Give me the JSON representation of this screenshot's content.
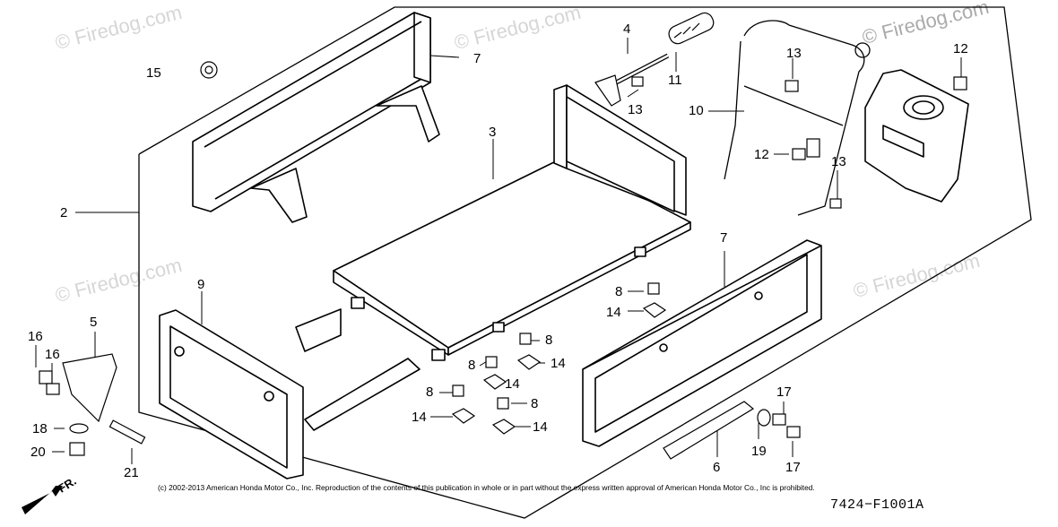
{
  "watermark": "© Firedog.com",
  "callouts": {
    "c2": "2",
    "c3": "3",
    "c4": "4",
    "c5": "5",
    "c6": "6",
    "c7a": "7",
    "c7b": "7",
    "c8a": "8",
    "c8b": "8",
    "c8c": "8",
    "c8d": "8",
    "c8e": "8",
    "c9": "9",
    "c10": "10",
    "c11": "11",
    "c12a": "12",
    "c12b": "12",
    "c13a": "13",
    "c13b": "13",
    "c13c": "13",
    "c14a": "14",
    "c14b": "14",
    "c14c": "14",
    "c14d": "14",
    "c14e": "14",
    "c15": "15",
    "c16a": "16",
    "c16b": "16",
    "c17a": "17",
    "c17b": "17",
    "c18": "18",
    "c19": "19",
    "c20": "20",
    "c21": "21"
  },
  "direction_label": "FR.",
  "copyright": "(c) 2002-2013 American Honda Motor Co., Inc. Reproduction of the contents of this publication in whole or in part without the express written approval of American Honda Motor Co., Inc is prohibited.",
  "diagram_code": "7424−F1001A"
}
